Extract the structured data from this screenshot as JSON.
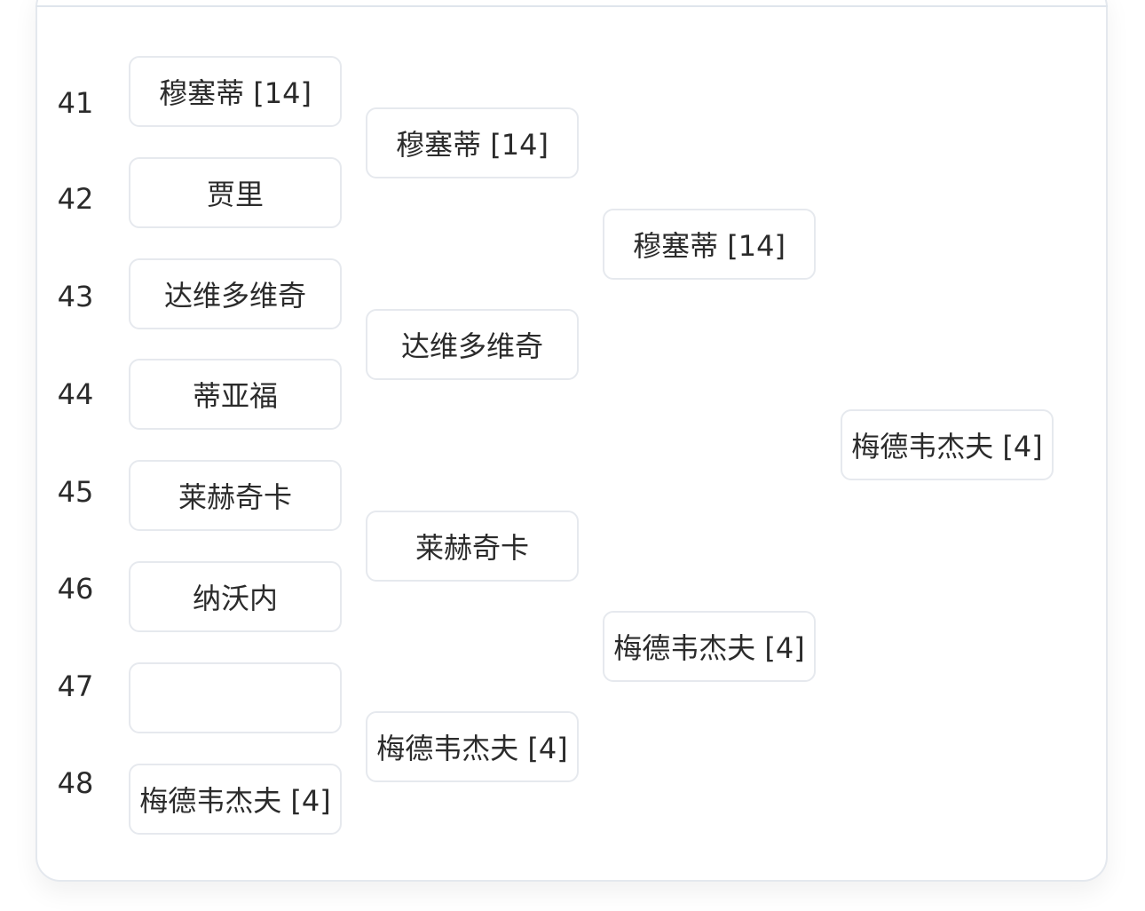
{
  "bracket": {
    "seeds": [
      "41",
      "42",
      "43",
      "44",
      "45",
      "46",
      "47",
      "48"
    ],
    "round1": [
      "穆塞蒂 [14]",
      "贾里",
      "达维多维奇",
      "蒂亚福",
      "莱赫奇卡",
      "纳沃内",
      "",
      "梅德韦杰夫 [4]"
    ],
    "round2": [
      "穆塞蒂 [14]",
      "达维多维奇",
      "莱赫奇卡",
      "梅德韦杰夫 [4]"
    ],
    "round3": [
      "穆塞蒂 [14]",
      "梅德韦杰夫 [4]"
    ],
    "round4": [
      "梅德韦杰夫 [4]"
    ]
  }
}
